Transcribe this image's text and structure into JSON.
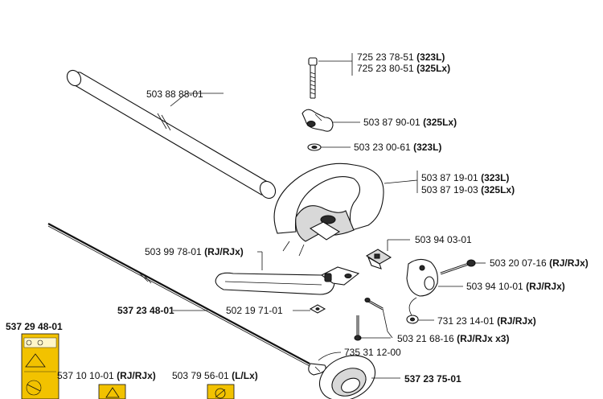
{
  "labels": {
    "bolt": {
      "line1_num": "725 23 78-51",
      "line1_tag": "(323L)",
      "line2_num": "725 23 80-51",
      "line2_tag": "(325Lx)"
    },
    "shaft_tube": {
      "num": "503 88 88-01"
    },
    "knob": {
      "num": "503 87 90-01",
      "tag": "(325Lx)"
    },
    "washer": {
      "num": "503 23 00-61",
      "tag": "(323L)"
    },
    "handle": {
      "line1_num": "503 87 19-01",
      "line1_tag": "(323L)",
      "line2_num": "503 87 19-03",
      "line2_tag": "(325Lx)"
    },
    "clamp": {
      "num": "503 94 03-01"
    },
    "rear_handle": {
      "num": "503 99 78-01",
      "tag": "(RJ/RJx)"
    },
    "screw_right": {
      "num": "503 20 07-16",
      "tag": "(RJ/RJx)"
    },
    "holder": {
      "num": "503 94 10-01",
      "tag": "(RJ/RJx)"
    },
    "drive_shaft": {
      "num": "537 23 48-01"
    },
    "nut_small": {
      "num": "502 19 71-01"
    },
    "nut_right": {
      "num": "731 23 14-01",
      "tag": "(RJ/RJx)"
    },
    "screws_bottom": {
      "num": "503 21 68-16",
      "tag": "(RJ/RJx x3)"
    },
    "decal_left": {
      "num": "537 29 48-01"
    },
    "clip": {
      "num": "735 31 12-00"
    },
    "decal_rj": {
      "num": "537 10 10-01",
      "tag": "(RJ/RJx)"
    },
    "decal_l": {
      "num": "503 79 56-01",
      "tag": "(L/Lx)"
    },
    "guard_wheel": {
      "num": "537 23 75-01"
    }
  },
  "colors": {
    "ink": "#111111",
    "decal": "#f2c200",
    "part_fill": "#d8d8d8"
  },
  "icons": [
    "warning-triangle-icon",
    "eye-protection-icon",
    "hearing-protection-icon"
  ]
}
